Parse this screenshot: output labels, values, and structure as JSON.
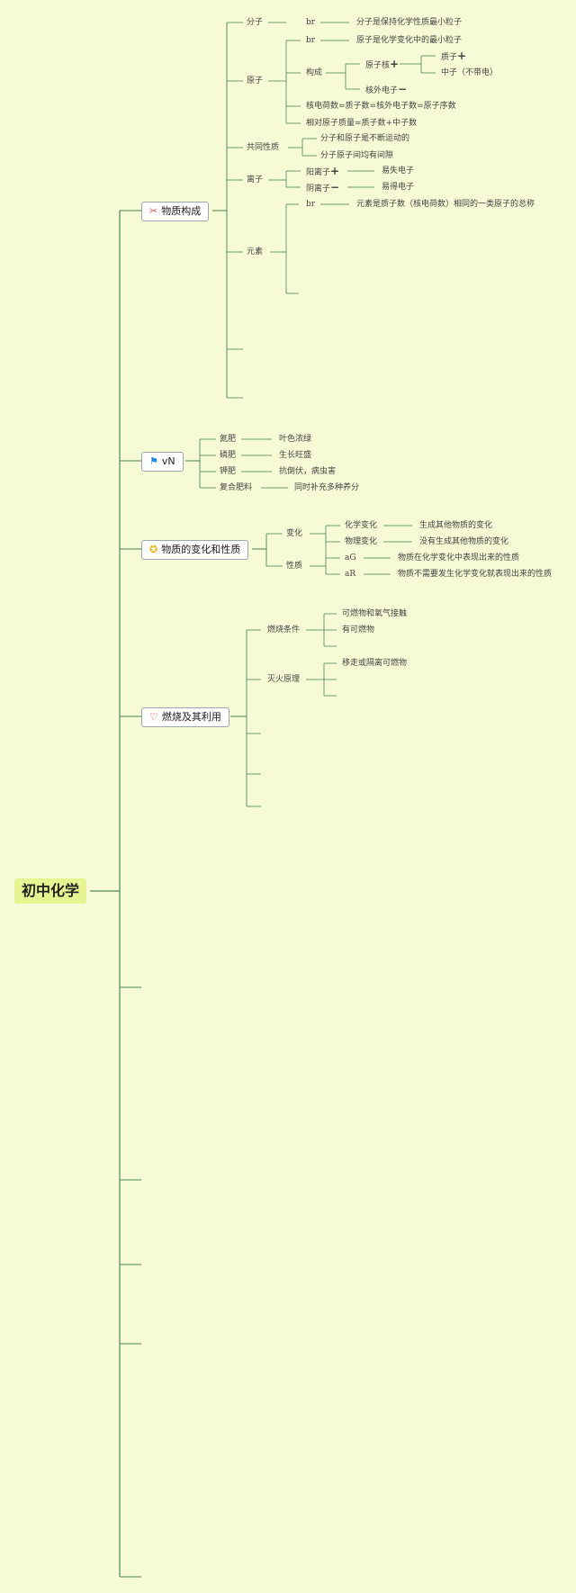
{
  "root": {
    "label": "初中化学"
  },
  "colors": {
    "line": "#3f7f54",
    "background": "#f7fbd5",
    "root_bg": "#e6f592"
  },
  "branches": {
    "matter": {
      "label": "物质构成",
      "icon": "tools-icon",
      "molecule": {
        "label": "分子",
        "tag": "br",
        "text": "分子是保持化学性质最小粒子"
      },
      "atom": {
        "label": "原子",
        "tag": "br",
        "text": "原子是化学变化中的最小粒子",
        "structure": {
          "label": "构成",
          "nucleus": {
            "label": "原子核",
            "sign": "+",
            "proton": "质子",
            "proton_sign": "+",
            "neutron": "中子（不带电）"
          },
          "electron": {
            "label": "核外电子",
            "sign": "−"
          }
        },
        "fact1": "核电荷数=质子数=核外电子数=原子序数",
        "fact2": "相对原子质量=质子数+中子数"
      },
      "common": {
        "label": "共同性质",
        "p1": "分子和原子是不断运动的",
        "p2": "分子原子间均有间隙"
      },
      "ion": {
        "label": "离子",
        "cation": {
          "label": "阳离子",
          "sign": "+",
          "text": "易失电子"
        },
        "anion": {
          "label": "阴离子",
          "sign": "−",
          "text": "易得电子"
        }
      },
      "element": {
        "label": "元素",
        "tag": "br",
        "text": "元素是质子数（核电荷数）相同的一类原子的总称"
      }
    },
    "fertilizer": {
      "label": "vN",
      "icon": "flag-icon",
      "items": [
        {
          "label": "氮肥",
          "text": "叶色浓绿"
        },
        {
          "label": "磷肥",
          "text": "生长旺盛"
        },
        {
          "label": "钾肥",
          "text": "抗倒伏，病虫害"
        },
        {
          "label": "复合肥料",
          "text": "同时补充多种养分"
        }
      ]
    },
    "change": {
      "label": "物质的变化和性质",
      "icon": "star-icon",
      "change": {
        "label": "变化",
        "chemical": {
          "label": "化学变化",
          "text": "生成其他物质的变化"
        },
        "physical": {
          "label": "物理变化",
          "text": "没有生成其他物质的变化"
        }
      },
      "property": {
        "label": "性质",
        "a": {
          "label": "aG",
          "text": "物质在化学变化中表现出来的性质"
        },
        "b": {
          "label": "aR",
          "text": "物质不需要发生化学变化就表现出来的性质"
        }
      }
    },
    "combustion": {
      "label": "燃烧及其利用",
      "icon": "heart-icon",
      "condition": {
        "label": "燃烧条件",
        "c1": "可燃物和氧气接触",
        "c2": "有可燃物"
      },
      "extinguish": {
        "label": "灭火原理",
        "e1": "移走或隔离可燃物"
      }
    }
  }
}
